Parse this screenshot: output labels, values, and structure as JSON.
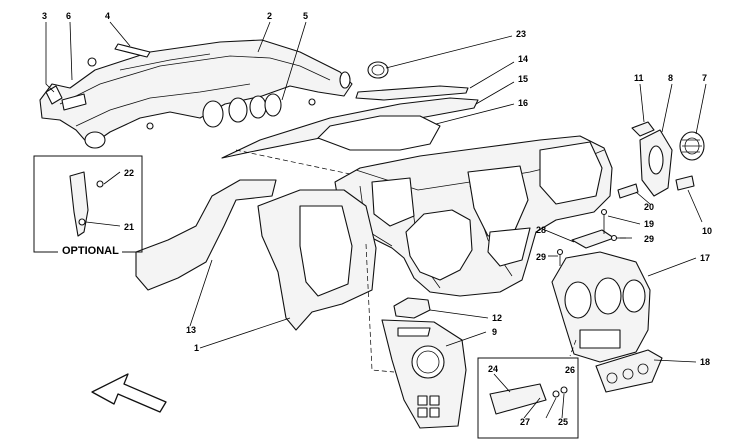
{
  "optional_label": "OPTIONAL",
  "callouts": {
    "c1": "1",
    "c2": "2",
    "c3": "3",
    "c4": "4",
    "c5": "5",
    "c6": "6",
    "c7": "7",
    "c8": "8",
    "c9": "9",
    "c10": "10",
    "c11": "11",
    "c12": "12",
    "c13": "13",
    "c14": "14",
    "c15": "15",
    "c16": "16",
    "c17": "17",
    "c18": "18",
    "c19": "19",
    "c20": "20",
    "c21": "21",
    "c22": "22",
    "c23": "23",
    "c24": "24",
    "c25": "25",
    "c26": "26",
    "c27": "27",
    "c28": "28",
    "c29a": "29",
    "c29b": "29"
  }
}
